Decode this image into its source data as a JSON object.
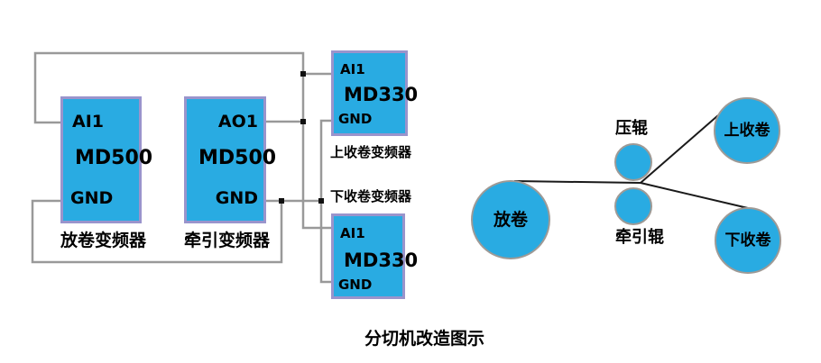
{
  "title": "分切机改造图示",
  "colors": {
    "box_fill": "#29abe2",
    "box_border": "#9a94cc",
    "circle_border": "#9e9a96",
    "wire": "#999999",
    "web_line": "#1a1a1a",
    "text": "#000000"
  },
  "inverters": {
    "unwind": {
      "port_top": "AI1",
      "model": "MD500",
      "port_bottom": "GND",
      "caption": "放卷变频器"
    },
    "traction": {
      "port_top": "AO1",
      "model": "MD500",
      "port_bottom": "GND",
      "caption": "牵引变频器"
    },
    "upper_rewind": {
      "port_top": "AI1",
      "model": "MD330",
      "port_bottom": "GND",
      "caption": "上收卷变频器"
    },
    "lower_rewind": {
      "port_top": "AI1",
      "model": "MD330",
      "port_bottom": "GND",
      "caption": "下收卷变频器"
    }
  },
  "rollers": {
    "unwind": "放卷",
    "press": "压辊",
    "traction": "牵引辊",
    "upper_rewind": "上收卷",
    "lower_rewind": "下收卷"
  }
}
